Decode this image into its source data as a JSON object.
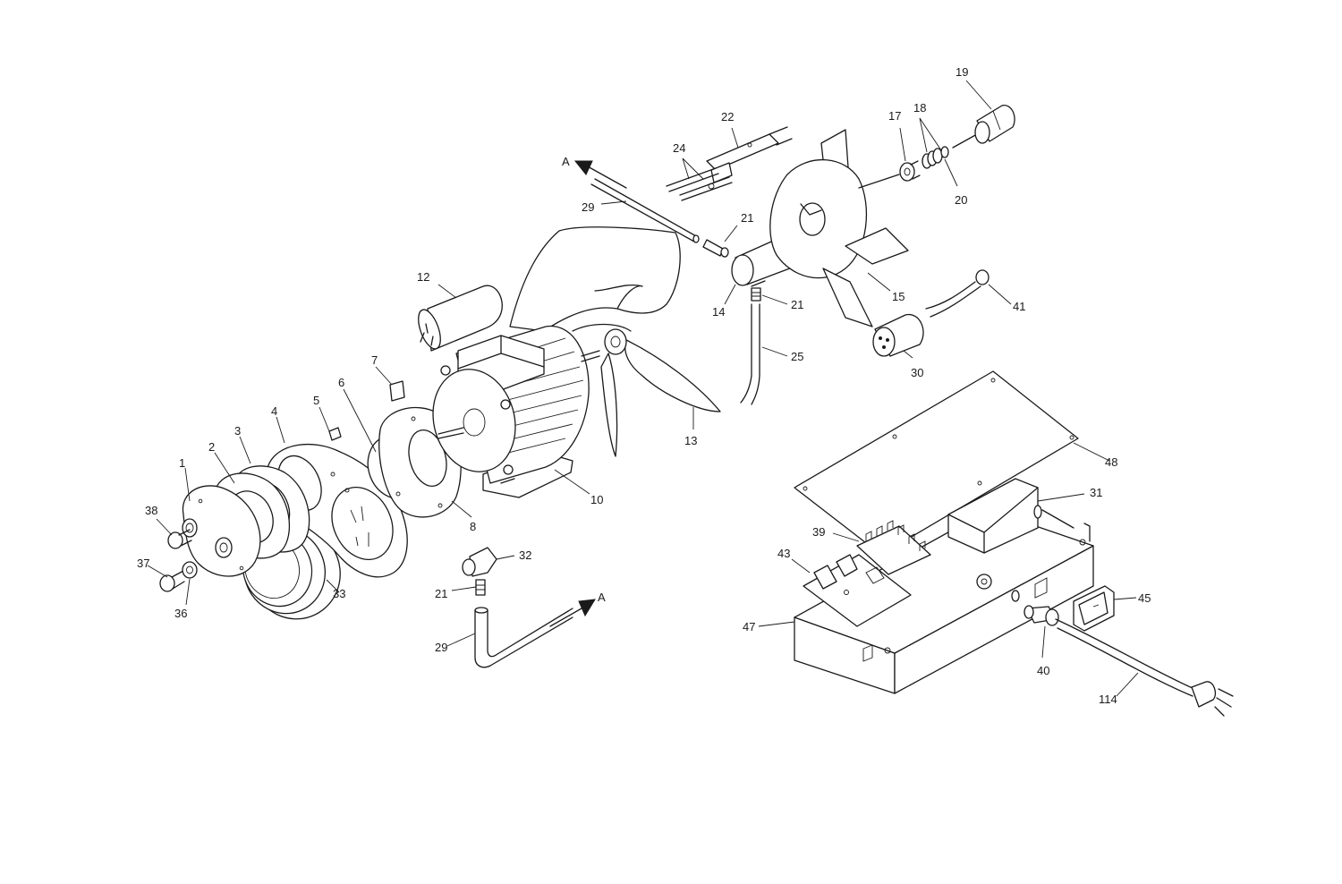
{
  "labels": {
    "l1": "1",
    "l2": "2",
    "l3": "3",
    "l4": "4",
    "l5": "5",
    "l6": "6",
    "l7": "7",
    "l8": "8",
    "l10": "10",
    "l12": "12",
    "l13": "13",
    "l14": "14",
    "l15": "15",
    "l17": "17",
    "l18": "18",
    "l19": "19",
    "l20": "20",
    "l21a": "21",
    "l21b": "21",
    "l21c": "21",
    "l22": "22",
    "l24": "24",
    "l25": "25",
    "l29a": "29",
    "l29b": "29",
    "l30": "30",
    "l31": "31",
    "l32": "32",
    "l33": "33",
    "l36": "36",
    "l37": "37",
    "l38": "38",
    "l39": "39",
    "l40": "40",
    "l41": "41",
    "l43": "43",
    "l45": "45",
    "l47": "47",
    "l48": "48",
    "l114": "114",
    "arrowA1": "A",
    "arrowA2": "A"
  }
}
